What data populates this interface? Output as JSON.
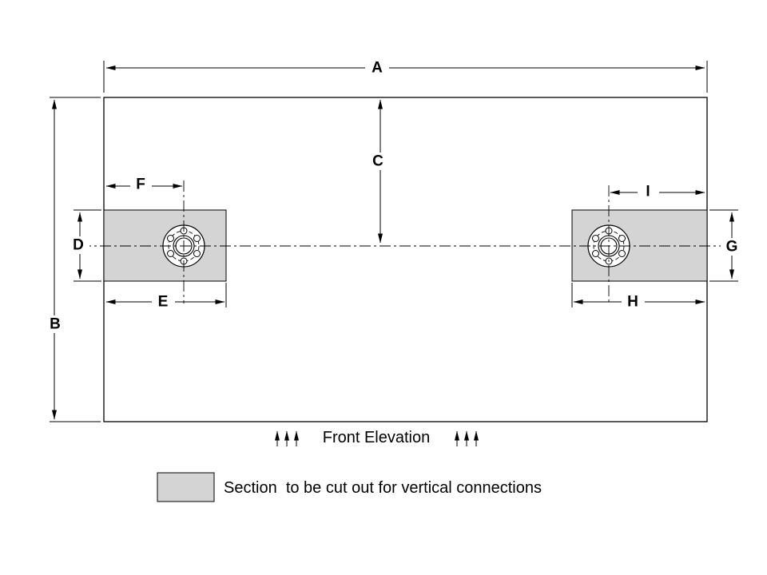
{
  "drawing": {
    "dimension_labels": {
      "A": "A",
      "B": "B",
      "C": "C",
      "D": "D",
      "E": "E",
      "F": "F",
      "G": "G",
      "H": "H",
      "I": "I"
    },
    "view_caption": "Front Elevation",
    "legend_text": "Section  to be cut out for vertical connections"
  },
  "colors": {
    "cutout_fill": "#d4d4d4",
    "line": "#000000",
    "background": "#ffffff"
  }
}
